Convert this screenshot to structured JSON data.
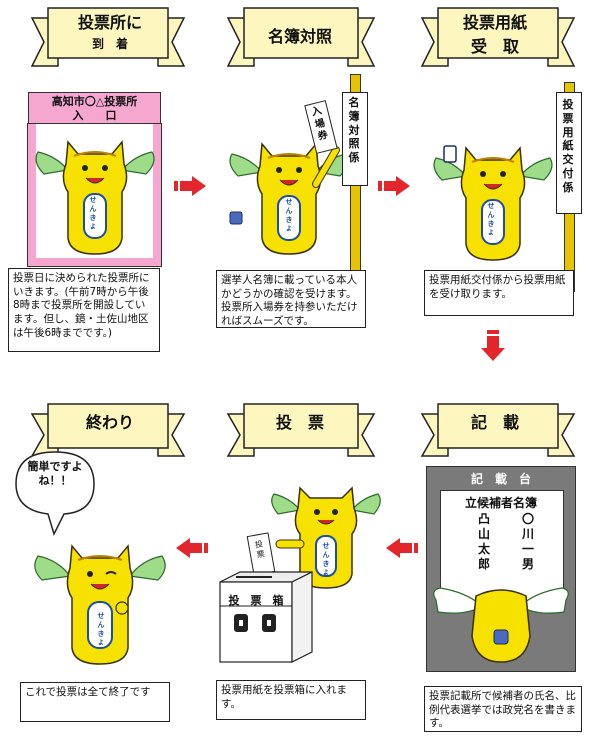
{
  "steps": {
    "arrive": {
      "title_line1": "投票所に",
      "title_line2": "到　着",
      "sign_line1": "高知市〇△投票所",
      "sign_line2": "入　　口",
      "caption": "投票日に決められた投票所にいきます。(午前7時から午後8時まで投票所を開設しています。但し、鏡・土佐山地区は午後6時までです。)"
    },
    "verify": {
      "title": "名簿対照",
      "ticket": "入場券",
      "post_label": "名簿対照係",
      "caption": "選挙人名簿に載っている本人かどうかの確認を受けます。投票所入場券を持参いただければスムーズです。"
    },
    "receive": {
      "title_line1": "投票用紙",
      "title_line2": "受　取",
      "post_label": "投票用紙交付係",
      "caption": "投票用紙交付係から投票用紙を受け取ります。"
    },
    "write": {
      "title": "記　載",
      "desk_title": "記　載　台",
      "board_heading": "立候補者名簿",
      "candidate_a": "凸山太郎",
      "candidate_b": "〇川一男",
      "caption": "投票記載所で候補者の氏名、比例代表選挙では政党名を書きます。"
    },
    "vote": {
      "title": "投　票",
      "ballot_label": "投票",
      "box_label": "投　票　箱",
      "caption": "投票用紙を投票箱に入れます。"
    },
    "finish": {
      "title": "終わり",
      "speech": "簡単ですよね！！",
      "caption": "これで投票は全て終了です"
    }
  },
  "mascot": {
    "badge": "せんきょ"
  },
  "colors": {
    "banner": "#fef6bf",
    "arrow": "#e3262b",
    "mascot": "#f6e100",
    "mascot_outline": "#3b3000",
    "wing": "#9fdc8a",
    "sign_pink": "#f5a7d0",
    "post": "#e7c300",
    "desk": "#7a7a7a"
  }
}
